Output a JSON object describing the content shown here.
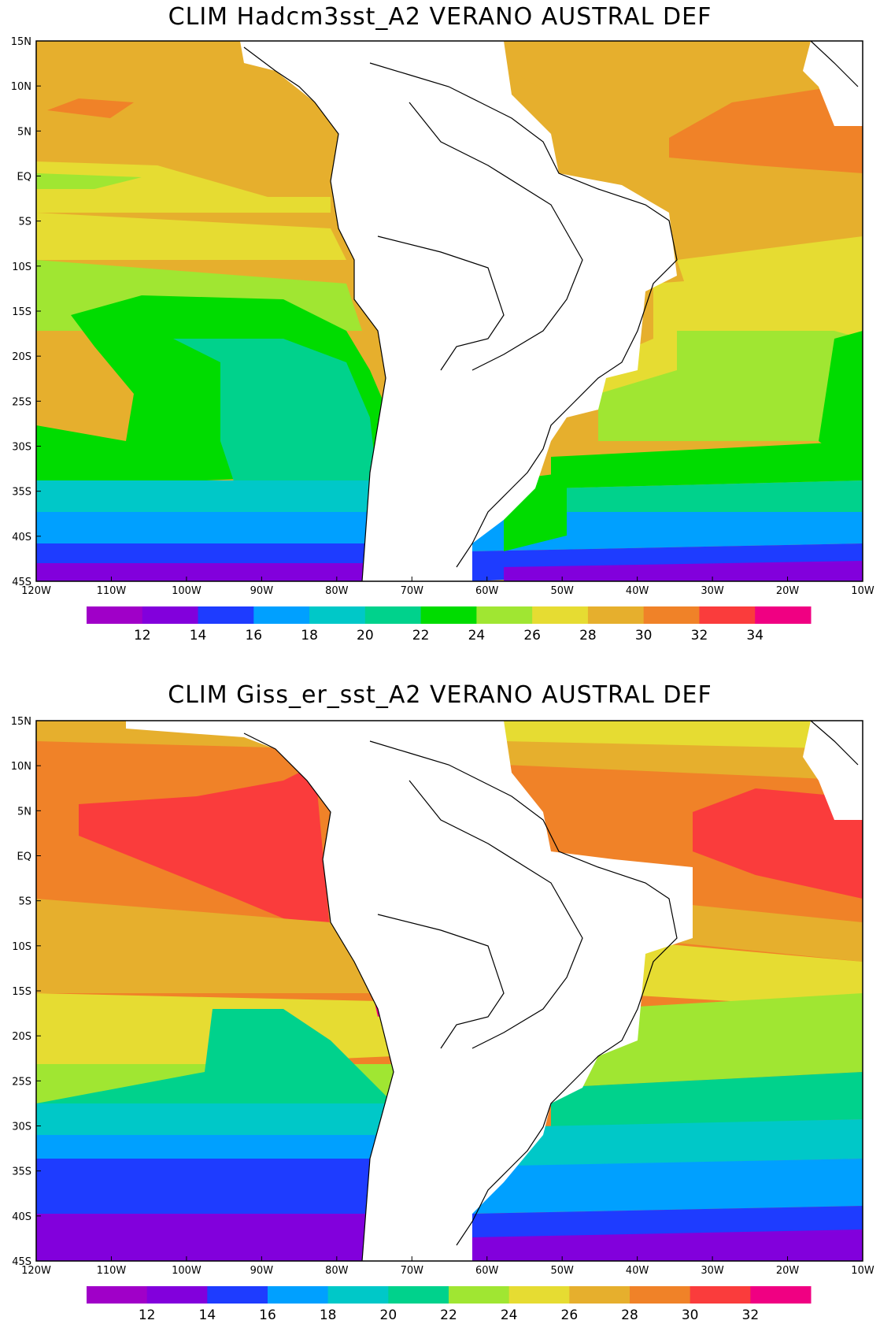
{
  "maps": [
    {
      "title": "CLIM Hadcm3sst_A2 VERANO AUSTRAL DEF",
      "lat_labels": [
        "15N",
        "10N",
        "5N",
        "EQ",
        "5S",
        "10S",
        "15S",
        "20S",
        "25S",
        "30S",
        "35S",
        "40S",
        "45S"
      ],
      "lon_labels": [
        "120W",
        "110W",
        "100W",
        "90W",
        "80W",
        "70W",
        "60W",
        "50W",
        "40W",
        "30W",
        "20W",
        "10W"
      ],
      "colorbar": {
        "colors": [
          "#a000c8",
          "#8200dc",
          "#1e3cff",
          "#00a0ff",
          "#00c8c8",
          "#00d28c",
          "#00dc00",
          "#a0e632",
          "#e6dc32",
          "#e6af2d",
          "#f08228",
          "#fa3c3c",
          "#f00082"
        ],
        "labels": [
          "12",
          "14",
          "16",
          "18",
          "20",
          "22",
          "24",
          "26",
          "28",
          "30",
          "32",
          "34"
        ]
      }
    },
    {
      "title": "CLIM Giss_er_sst_A2 VERANO AUSTRAL DEF",
      "lat_labels": [
        "15N",
        "10N",
        "5N",
        "EQ",
        "5S",
        "10S",
        "15S",
        "20S",
        "25S",
        "30S",
        "35S",
        "40S",
        "45S"
      ],
      "lon_labels": [
        "120W",
        "110W",
        "100W",
        "90W",
        "80W",
        "70W",
        "60W",
        "50W",
        "40W",
        "30W",
        "20W",
        "10W"
      ],
      "colorbar": {
        "colors": [
          "#a000c8",
          "#8200dc",
          "#1e3cff",
          "#00a0ff",
          "#00c8c8",
          "#00d28c",
          "#a0e632",
          "#e6dc32",
          "#e6af2d",
          "#f08228",
          "#fa3c3c",
          "#f00082"
        ],
        "labels": [
          "12",
          "14",
          "16",
          "18",
          "20",
          "22",
          "24",
          "26",
          "28",
          "30",
          "32"
        ]
      }
    }
  ]
}
